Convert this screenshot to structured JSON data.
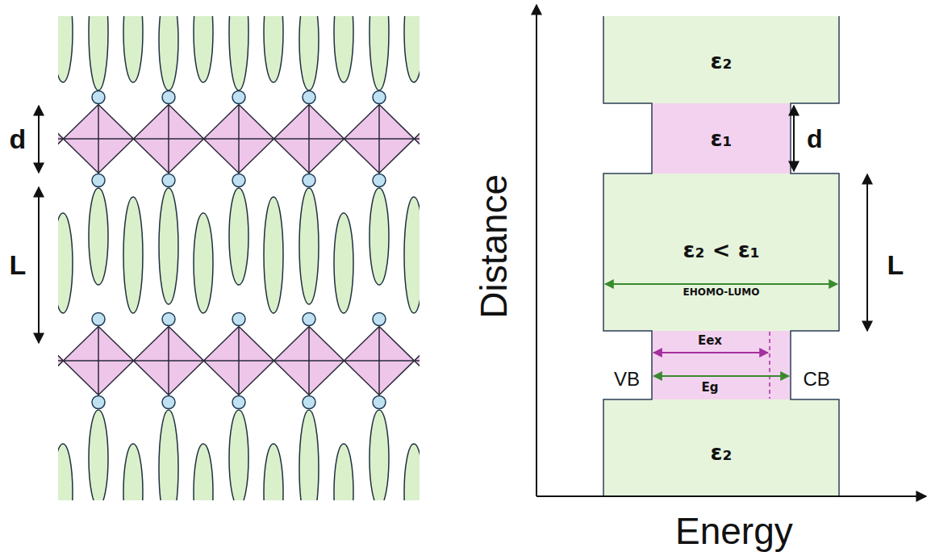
{
  "diagram": {
    "nodes": [
      {
        "text": [
          "ε₂"
        ]
      },
      {
        "text": [
          "ε₁"
        ]
      },
      {
        "text": [
          "ε₂ < ε₁",
          "EHOMO-LUMO"
        ]
      },
      {
        "text": [
          "Eex",
          "Eg"
        ]
      },
      {
        "text": [
          "ε₂"
        ]
      }
    ],
    "labels": [
      "d",
      "L",
      "d",
      "L",
      "VB",
      "CB",
      "Distance",
      "Energy"
    ]
  }
}
